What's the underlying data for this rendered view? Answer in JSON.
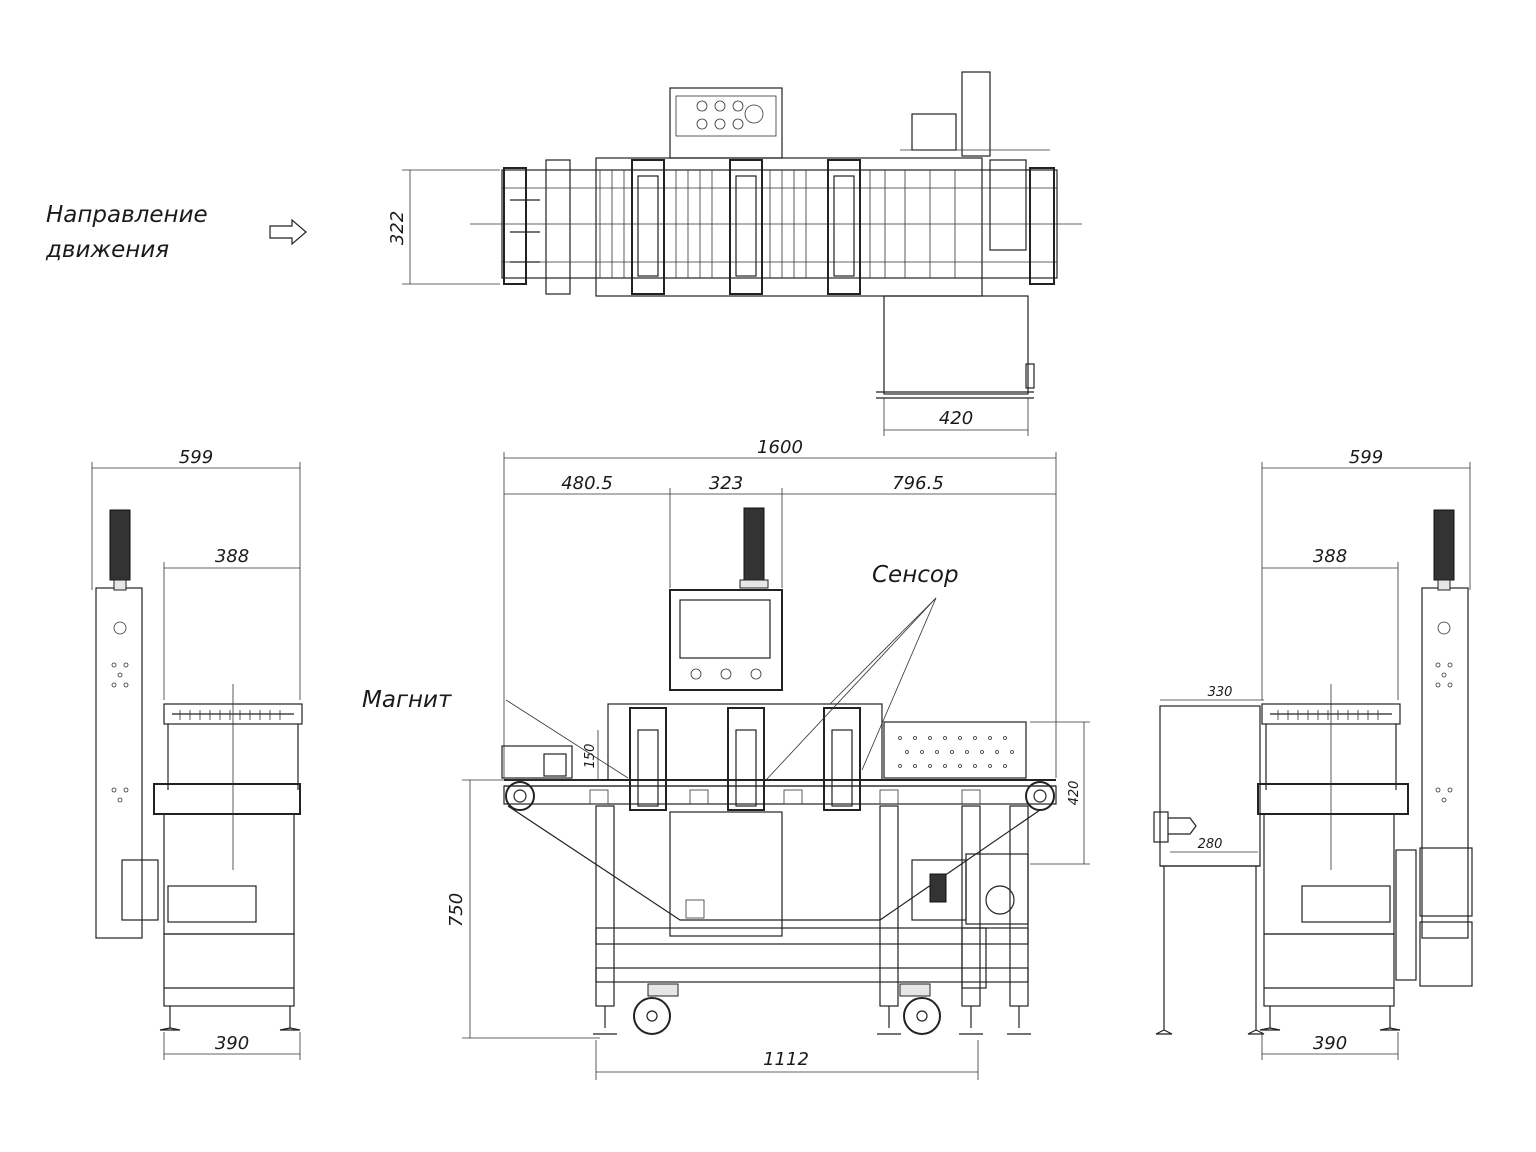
{
  "labels": {
    "direction_line1": "Направление",
    "direction_line2": "движения",
    "sensor": "Сенсор",
    "magnet": "Магнит"
  },
  "dimensions": {
    "top_width": "322",
    "top_chute": "420",
    "total_length": "1600",
    "seg_left": "480.5",
    "seg_mid": "323",
    "seg_right": "796.5",
    "height_150": "150",
    "height_750": "750",
    "height_420": "420",
    "base_1112": "1112",
    "left_599": "599",
    "left_388": "388",
    "left_390": "390",
    "right_599": "599",
    "right_388": "388",
    "right_390": "390",
    "right_330": "330",
    "right_280": "280"
  }
}
